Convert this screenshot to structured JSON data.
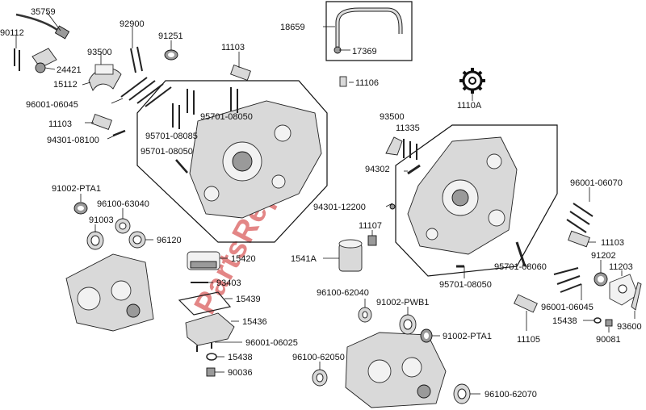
{
  "watermark": "PartsRepublik",
  "labels": {
    "p35759": "35759",
    "p90112": "90112",
    "p92900": "92900",
    "p91251": "91251",
    "p93500a": "93500",
    "p24421": "24421",
    "p15112": "15112",
    "p96001_06045a": "96001-06045",
    "p11103a": "11103",
    "p94301_08100": "94301-08100",
    "p11103b": "11103",
    "p95701_08050a": "95701-08050",
    "p95701_08085": "95701-08085",
    "p95701_08050b": "95701-08050",
    "p18659": "18659",
    "p17369": "17369",
    "p11106": "11106",
    "p1110A": "1110A",
    "p93500b": "93500",
    "p11335": "11335",
    "p94302": "94302",
    "p94301_12200": "94301-12200",
    "p91002_pta1a": "91002-PTA1",
    "p96100_63040": "96100-63040",
    "p91003": "91003",
    "p96120": "96120",
    "p15420": "15420",
    "p1541A": "1541A",
    "p11107": "11107",
    "p93403": "93403",
    "p15439": "15439",
    "p15436": "15436",
    "p96001_06025": "96001-06025",
    "p15438a": "15438",
    "p90036": "90036",
    "p96001_06070": "96001-06070",
    "p11103c": "11103",
    "p95701_08060": "95701-08060",
    "p95701_08050c": "95701-08050",
    "p91202": "91202",
    "p11203": "11203",
    "p96001_06045b": "96001-06045",
    "p15438b": "15438",
    "p93600": "93600",
    "p90081": "90081",
    "p11105": "11105",
    "p96100_62040": "96100-62040",
    "p91002_pwb1": "91002-PWB1",
    "p91002_pta1b": "91002-PTA1",
    "p96100_62050": "96100-62050",
    "p96100_62070": "96100-62070"
  }
}
